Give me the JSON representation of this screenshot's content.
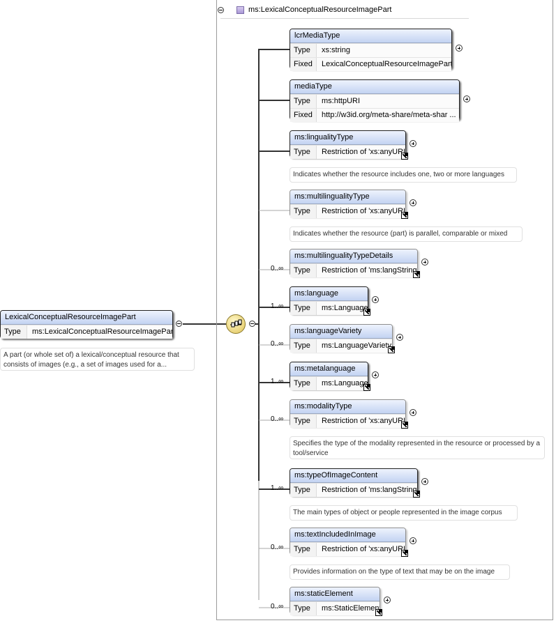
{
  "root": {
    "name": "LexicalConceptualResourceImagePart",
    "type_label": "Type",
    "type_value": "ms:LexicalConceptualResourceImagePart",
    "doc": "A part (or whole set of) a lexical/conceptual resource that consists of images (e.g., a set of images used for a..."
  },
  "complex_type": {
    "title": "ms:LexicalConceptualResourceImagePart"
  },
  "compositor": {
    "kind": "sequence"
  },
  "labels": {
    "type": "Type",
    "fixed": "Fixed"
  },
  "children": [
    {
      "name": "lcrMediaType",
      "type": "xs:string",
      "fixed": "LexicalConceptualResourceImagePart",
      "cardinality": "",
      "optional": false,
      "doc": ""
    },
    {
      "name": "mediaType",
      "type": "ms:httpURI",
      "fixed": "http://w3id.org/meta-share/meta-shar ...",
      "cardinality": "",
      "optional": false,
      "doc": ""
    },
    {
      "name": "ms:lingualityType",
      "type": "Restriction of 'xs:anyURI'",
      "cardinality": "",
      "optional": false,
      "doc": "Indicates whether the resource includes one, two or more languages"
    },
    {
      "name": "ms:multilingualityType",
      "type": "Restriction of 'xs:anyURI'",
      "cardinality": "",
      "optional": true,
      "doc": "Indicates whether the resource (part) is parallel, comparable or mixed"
    },
    {
      "name": "ms:multilingualityTypeDetails",
      "type": "Restriction of 'ms:langString'",
      "cardinality": "0..∞",
      "optional": true,
      "doc": ""
    },
    {
      "name": "ms:language",
      "type": "ms:Language",
      "cardinality": "1..∞",
      "optional": false,
      "doc": ""
    },
    {
      "name": "ms:languageVariety",
      "type": "ms:LanguageVariety",
      "cardinality": "0..∞",
      "optional": true,
      "doc": ""
    },
    {
      "name": "ms:metalanguage",
      "type": "ms:Language",
      "cardinality": "1..∞",
      "optional": false,
      "doc": ""
    },
    {
      "name": "ms:modalityType",
      "type": "Restriction of 'xs:anyURI'",
      "cardinality": "0..∞",
      "optional": true,
      "doc": "Specifies the type of the modality represented in the resource or processed by a tool/service"
    },
    {
      "name": "ms:typeOfImageContent",
      "type": "Restriction of 'ms:langString'",
      "cardinality": "1..∞",
      "optional": false,
      "doc": "The main types of object or people represented in the image corpus"
    },
    {
      "name": "ms:textIncludedInImage",
      "type": "Restriction of 'xs:anyURI'",
      "cardinality": "0..∞",
      "optional": true,
      "doc": "Provides information on the type of text that may be on the image"
    },
    {
      "name": "ms:staticElement",
      "type": "ms:StaticElement",
      "cardinality": "0..∞",
      "optional": true,
      "doc": ""
    }
  ],
  "colors": {
    "title_gradient_top": "#eef3fd",
    "title_gradient_bottom": "#c3d3f2",
    "compositor": "#e9d37a"
  }
}
